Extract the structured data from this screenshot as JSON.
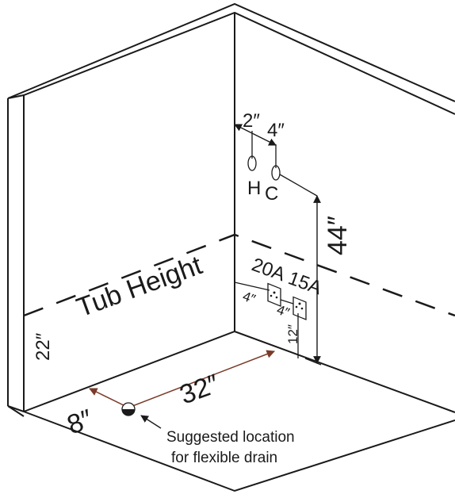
{
  "labels": {
    "tub_height": "Tub Height",
    "dim_2": "2″",
    "dim_4_top": "4″",
    "hot": "H",
    "cold": "C",
    "dim_44": "44″",
    "outlet_20a": "20A",
    "outlet_15a": "15A",
    "dim_4_outlet_a": "4″",
    "dim_4_outlet_b": "4″",
    "dim_12": "12″",
    "dim_22": "22″",
    "dim_32": "32″",
    "dim_8": "8″",
    "note_line1": "Suggested location",
    "note_line2": "for flexible drain"
  }
}
